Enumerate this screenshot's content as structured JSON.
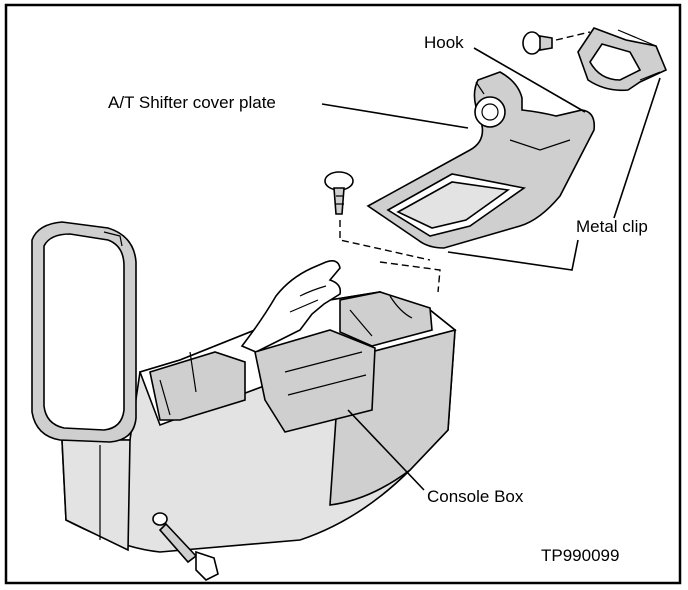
{
  "labels": {
    "hook": "Hook",
    "shifter_cover_plate": "A/T Shifter cover plate",
    "metal_clip": "Metal clip",
    "console_box": "Console Box"
  },
  "reference_code": "TP990099",
  "colors": {
    "line": "#000000",
    "shading": "#cfcfcf",
    "background": "#ffffff"
  }
}
